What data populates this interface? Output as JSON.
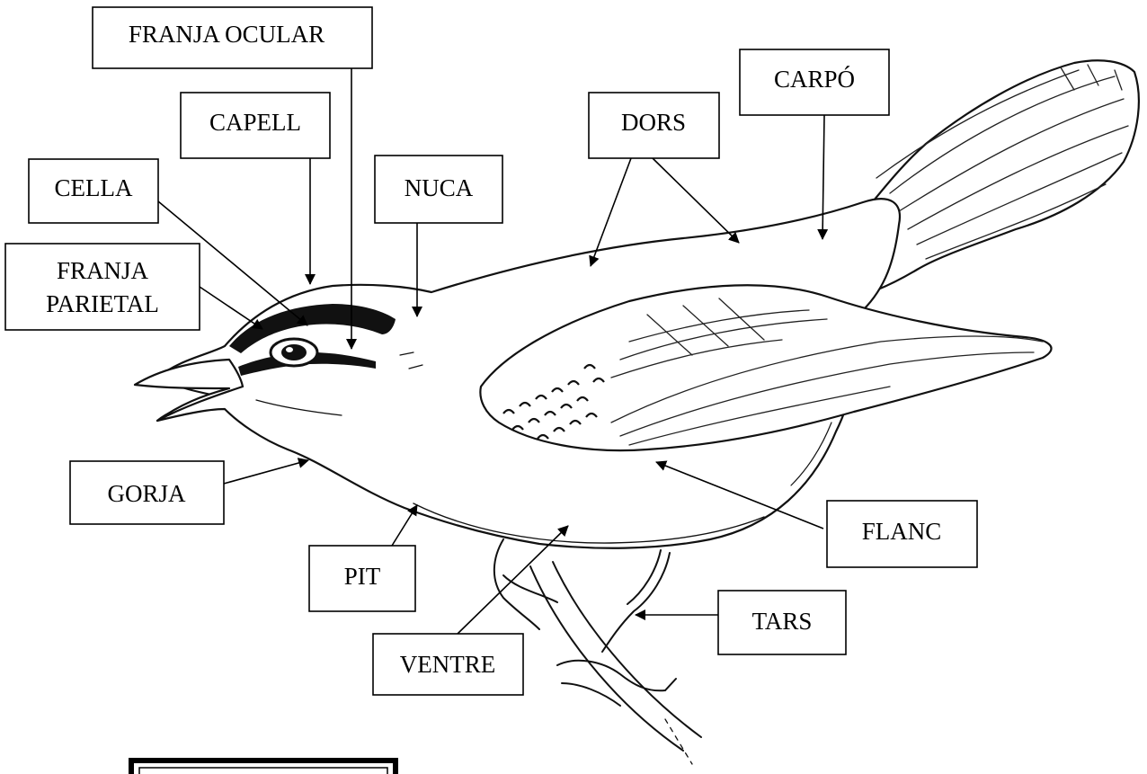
{
  "labels": {
    "franja_ocular": "FRANJA OCULAR",
    "capell": "CAPELL",
    "cella": "CELLA",
    "franja_parietal_line1": "FRANJA",
    "franja_parietal_line2": "PARIETAL",
    "nuca": "NUCA",
    "dors": "DORS",
    "carpo": "CARPÓ",
    "gorja": "GORJA",
    "pit": "PIT",
    "ventre": "VENTRE",
    "flanc": "FLANC",
    "tars": "TARS"
  },
  "colors": {
    "ink": "#000000",
    "paper": "#ffffff"
  }
}
